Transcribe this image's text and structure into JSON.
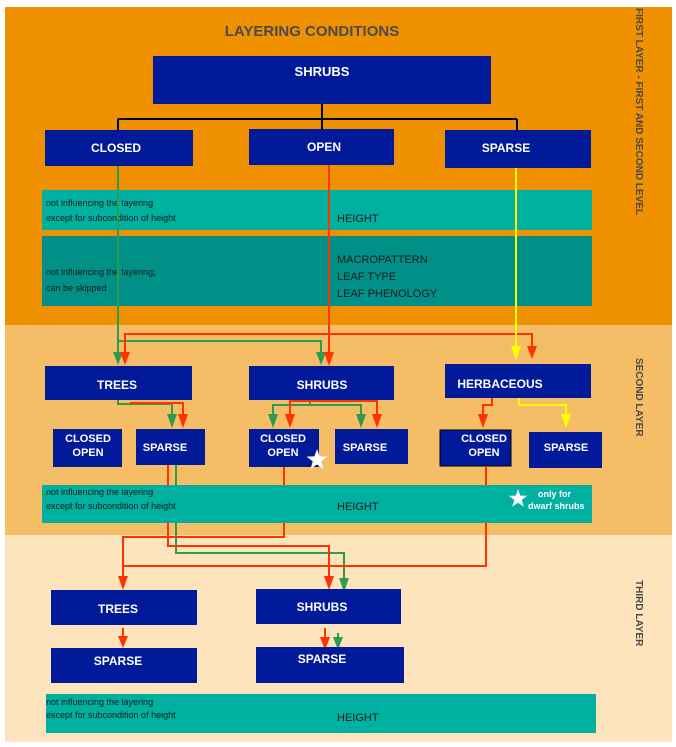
{
  "title": "LAYERING CONDITIONS",
  "colors": {
    "first_band": "#ef9000",
    "second_band": "#f5bd66",
    "third_band": "#fde4bc",
    "box": "#001a99",
    "teal_light": "#00b0a0",
    "teal_dark": "#009088",
    "arrow_black": "#000000",
    "arrow_red": "#ff3300",
    "arrow_green": "#2e9b50",
    "arrow_yellow": "#ffff00",
    "title_text": "#4a4a4a"
  },
  "side_labels": {
    "first": "FIRST LAYER - FIRST AND SECOND LEVEL",
    "second": "SECOND LAYER",
    "third": "THIRD LAYER"
  },
  "first_layer": {
    "root": "SHRUBS",
    "children": [
      "CLOSED",
      "OPEN",
      "SPARSE"
    ],
    "height_note": {
      "line1": "not influencing the layering",
      "line2": "except for subcondition of height",
      "label": "HEIGHT"
    },
    "skip_note": {
      "line1": "not influencing the layering;",
      "line2": "can be skipped",
      "labels": [
        "MACROPATTERN",
        "LEAF TYPE",
        "LEAF PHENOLOGY"
      ]
    }
  },
  "second_layer": {
    "groups": [
      {
        "label": "TREES",
        "sub": [
          {
            "line1": "CLOSED",
            "line2": "OPEN"
          },
          {
            "line1": "SPARSE",
            "line2": ""
          }
        ]
      },
      {
        "label": "SHRUBS",
        "sub": [
          {
            "line1": "CLOSED",
            "line2": "OPEN"
          },
          {
            "line1": "SPARSE",
            "line2": ""
          }
        ]
      },
      {
        "label": "HERBACEOUS",
        "sub": [
          {
            "line1": "CLOSED",
            "line2": "OPEN"
          },
          {
            "line1": "SPARSE",
            "line2": ""
          }
        ]
      }
    ],
    "height_note": {
      "line1": "not influencing the layering",
      "line2": "except for subcondition of height",
      "label": "HEIGHT"
    },
    "star_note": {
      "line1": "only for",
      "line2": "dwarf shrubs"
    }
  },
  "third_layer": {
    "groups": [
      {
        "label": "TREES",
        "sub": "SPARSE"
      },
      {
        "label": "SHRUBS",
        "sub": "SPARSE"
      }
    ],
    "height_note": {
      "line1": "not influencing the layering",
      "line2": "except for subcondition of height",
      "label": "HEIGHT"
    }
  }
}
